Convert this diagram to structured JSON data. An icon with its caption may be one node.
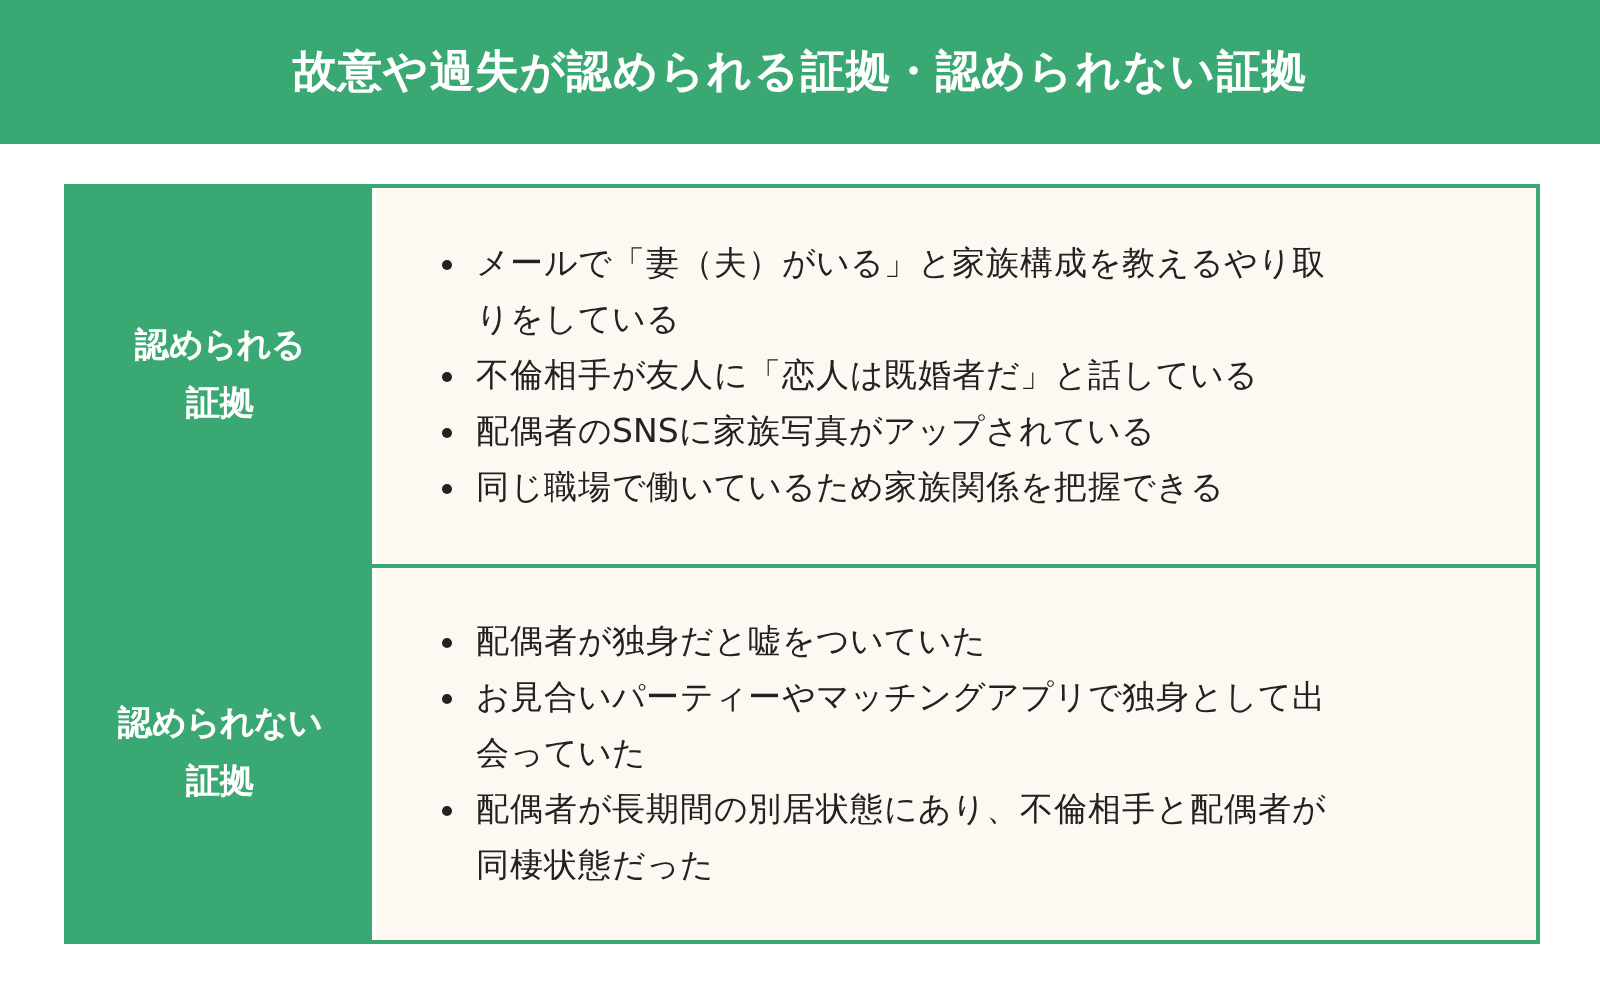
{
  "diagram": {
    "title": "故意や過失が認められる証拠・認められない証拠",
    "nodes": [
      {
        "text": [
          "認められる証拠"
        ]
      },
      {
        "text": [
          "メールで「妻（夫）がいる」と家族構成を教えるやり取りをしている",
          "不倫相手が友人に「恋人は既婚者だ」と話している",
          "配偶者のSNSに家族写真がアップされている",
          "同じ職場で働いているため家族関係を把握できる"
        ]
      },
      {
        "text": [
          "認められない証拠"
        ]
      },
      {
        "text": [
          "配偶者が独身だと嘘をついていた",
          "お見合いパーティーやマッチングアプリで独身として出会っていた",
          "配偶者が長期間の別居状態にあり、不倫相手と配偶者が同棲状態だった"
        ]
      }
    ]
  }
}
